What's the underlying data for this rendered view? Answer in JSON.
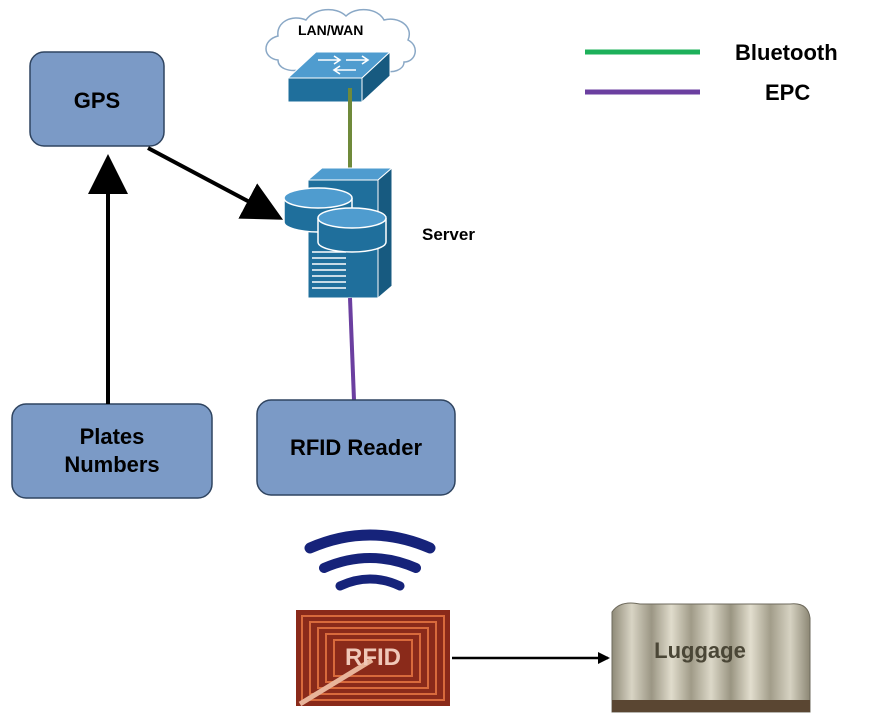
{
  "legend": {
    "items": [
      {
        "label": "Bluetooth",
        "color": "#1db05a"
      },
      {
        "label": "EPC",
        "color": "#6b3fa0"
      }
    ]
  },
  "nodes": {
    "gps": {
      "label": "GPS"
    },
    "plates": {
      "label_line1": "Plates",
      "label_line2": "Numbers"
    },
    "rfid_reader": {
      "label": "RFID Reader"
    },
    "server": {
      "label": "Server"
    },
    "cloud": {
      "label": "LAN/WAN"
    },
    "rfid_tag": {
      "label": "RFID"
    },
    "luggage": {
      "label": "Luggage"
    }
  },
  "colors": {
    "box_fill": "#7b9ac6",
    "box_stroke": "#2f4460",
    "device_blue": "#1f6f9c",
    "wifi_blue": "#16237a",
    "link_green": "#6f8a3a",
    "link_purple": "#6b3fa0"
  }
}
